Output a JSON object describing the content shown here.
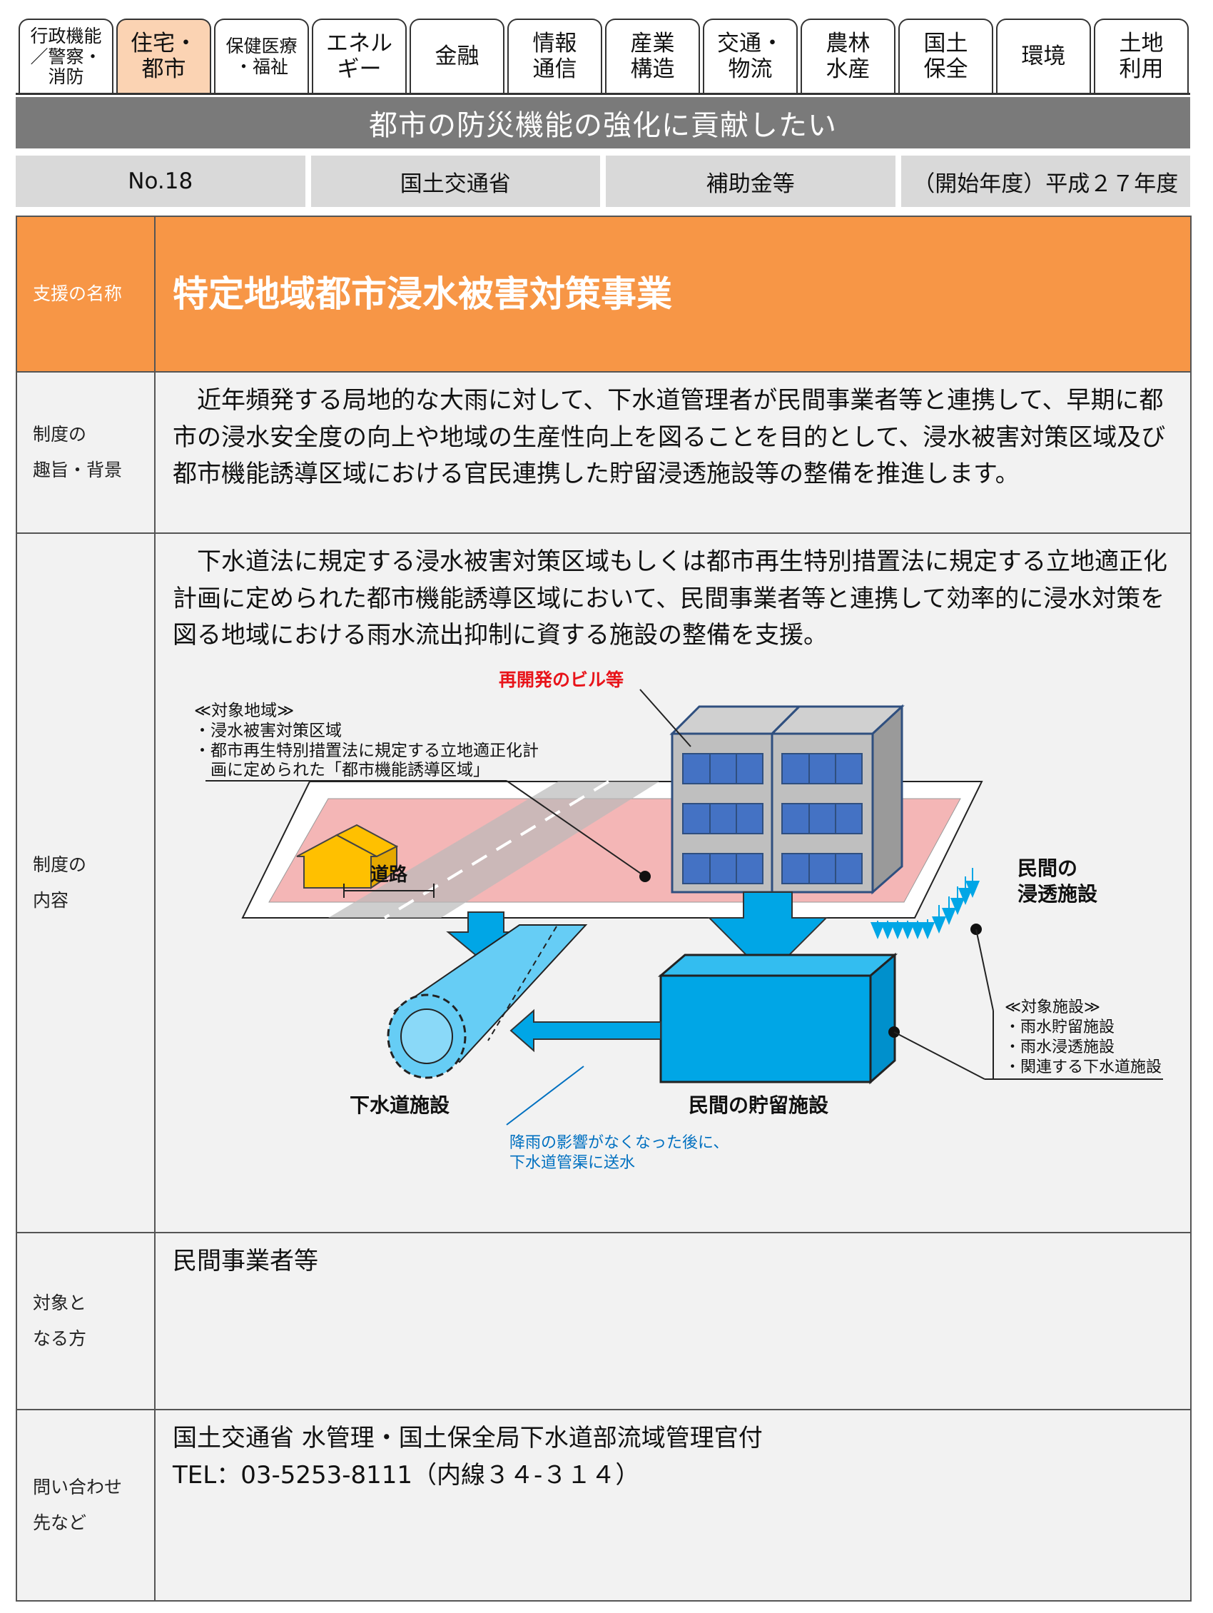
{
  "tabs": [
    {
      "label": "行政機能\n／警察・\n消防",
      "active": false
    },
    {
      "label": "住宅・\n都市",
      "active": true
    },
    {
      "label": "保健医療\n・福祉",
      "active": false
    },
    {
      "label": "エネル\nギー",
      "active": false
    },
    {
      "label": "金融",
      "active": false
    },
    {
      "label": "情報\n通信",
      "active": false
    },
    {
      "label": "産業\n構造",
      "active": false
    },
    {
      "label": "交通・\n物流",
      "active": false
    },
    {
      "label": "農林\n水産",
      "active": false
    },
    {
      "label": "国土\n保全",
      "active": false
    },
    {
      "label": "環境",
      "active": false
    },
    {
      "label": "土地\n利用",
      "active": false
    }
  ],
  "banner": "都市の防災機能の強化に貢献したい",
  "meta": {
    "number": "No.18",
    "ministry": "国土交通省",
    "type": "補助金等",
    "start_year": "（開始年度）平成２７年度"
  },
  "rows": {
    "name": {
      "label": "支援の名称",
      "value": "特定地域都市浸水被害対策事業"
    },
    "purpose": {
      "label": "制度の\n趣旨・背景",
      "value": "　近年頻発する局地的な大雨に対して、下水道管理者が民間事業者等と連携して、早期に都市の浸水安全度の向上や地域の生産性向上を図ることを目的として、浸水被害対策区域及び都市機能誘導区域における官民連携した貯留浸透施設等の整備を推進します。"
    },
    "content": {
      "label": "制度の\n内容",
      "value": "　下水道法に規定する浸水被害対策区域もしくは都市再生特別措置法に規定する立地適正化計画に定められた都市機能誘導区域において、民間事業者等と連携して効率的に浸水対策を図る地域における雨水流出抑制に資する施設の整備を支援。"
    },
    "target": {
      "label": "対象と\nなる方",
      "value": "民間事業者等"
    },
    "contact": {
      "label": "問い合わせ\n先など",
      "line1": "国土交通省 水管理・国土保全局下水道部流域管理官付",
      "line2": "TEL：03-5253-8111（内線３４-３１４）"
    }
  },
  "diagram": {
    "building_label": "再開発のビル等",
    "target_area_title": "≪対象地域≫",
    "target_area_items": [
      "・浸水被害対策区域",
      "・都市再生特別措置法に規定する立地適正化計",
      "　画に定められた「都市機能誘導区域」"
    ],
    "road_label": "道路",
    "infiltration_label_1": "民間の",
    "infiltration_label_2": "浸透施設",
    "storage_label": "民間の貯留施設",
    "sewer_label": "下水道施設",
    "send_note_1": "降雨の影響がなくなった後に、",
    "send_note_2": "下水道管渠に送水",
    "target_facility_title": "≪対象施設≫",
    "target_facility_items": [
      "・雨水貯留施設",
      "・雨水浸透施設",
      "・関連する下水道施設"
    ],
    "colors": {
      "red_label": "#e8141a",
      "blue_label": "#0070c0",
      "tank": "#00a6e6",
      "area": "#f4b6b6"
    }
  }
}
